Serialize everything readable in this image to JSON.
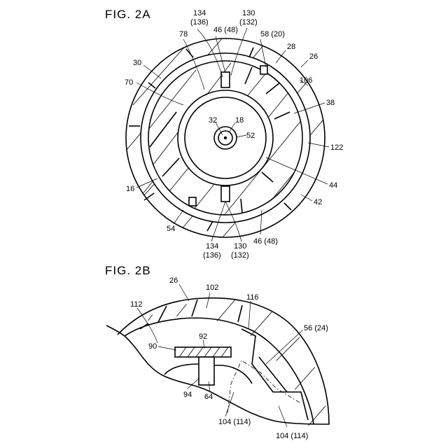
{
  "figure_a": {
    "title": "FIG. 2A",
    "labels": {
      "l134t": "134",
      "l136t": "(136)",
      "l130t": "130",
      "l132t": "(132)",
      "l46t": "46 (48)",
      "l58": "58 (20)",
      "l78": "78",
      "l28": "28",
      "l26": "26",
      "l30": "30",
      "l106": "106",
      "l70": "70",
      "l38": "38",
      "l32": "32",
      "l18": "18",
      "l52": "52",
      "l122": "122",
      "l16": "16",
      "l44": "44",
      "l42": "42",
      "l54": "54",
      "l134b": "134",
      "l136b": "(136)",
      "l130b": "130",
      "l132b": "(132)",
      "l46b": "46 (48)"
    }
  },
  "figure_b": {
    "title": "FIG. 2B",
    "labels": {
      "l26": "26",
      "l102": "102",
      "l112": "112",
      "l116": "116",
      "l56": "56 (24)",
      "l90": "90",
      "l92": "92",
      "l94": "94",
      "l64": "64",
      "l104a": "104 (114)",
      "l104b": "104 (114)"
    }
  }
}
